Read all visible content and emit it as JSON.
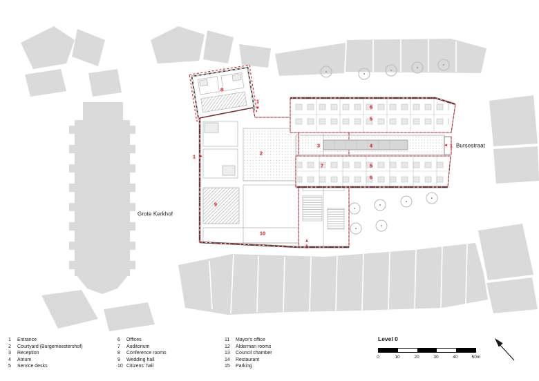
{
  "colors": {
    "accent_red": "#e30613",
    "context_gray": "#dadada",
    "wall_dark": "#3f3f3f",
    "text": "#1a1a1a"
  },
  "streets": {
    "grote_kerkhof": "Grote Kerkhof",
    "bursestraat": "Bursestraat"
  },
  "plan": {
    "labels": {
      "conference": "8",
      "entrance_top": "1",
      "offices_upper": "6",
      "service_upper": "5",
      "reception": "3",
      "atrium": "4",
      "courtyard": "2",
      "auditorium": "7",
      "service_lower": "5",
      "offices_lower": "6",
      "wedding": "9",
      "citizens": "10",
      "entrance_left": "1",
      "entrance_bottom": "1",
      "entrance_right": "1"
    },
    "arrows": {
      "up": "▲",
      "down": "▼",
      "left": "◄",
      "right": "►"
    }
  },
  "legend": {
    "columns": [
      {
        "items": [
          {
            "num": "1",
            "label": "Entrance"
          },
          {
            "num": "2",
            "label": "Courtyard (Burgemeestershof)"
          },
          {
            "num": "3",
            "label": "Reception"
          },
          {
            "num": "4",
            "label": "Atrium"
          },
          {
            "num": "5",
            "label": "Service desks"
          }
        ]
      },
      {
        "items": [
          {
            "num": "6",
            "label": "Offices"
          },
          {
            "num": "7",
            "label": "Auditorium"
          },
          {
            "num": "8",
            "label": "Conference rooms"
          },
          {
            "num": "9",
            "label": "Wedding hall"
          },
          {
            "num": "10",
            "label": "Citizens' hall"
          }
        ]
      },
      {
        "items": [
          {
            "num": "11",
            "label": "Mayor's office"
          },
          {
            "num": "12",
            "label": "Alderman rooms"
          },
          {
            "num": "13",
            "label": "Council chamber"
          },
          {
            "num": "14",
            "label": "Restaurant"
          },
          {
            "num": "15",
            "label": "Parking"
          }
        ]
      }
    ]
  },
  "scalebar": {
    "title": "Level 0",
    "ticks": [
      "0",
      "10",
      "20",
      "30",
      "40",
      "50m"
    ]
  }
}
